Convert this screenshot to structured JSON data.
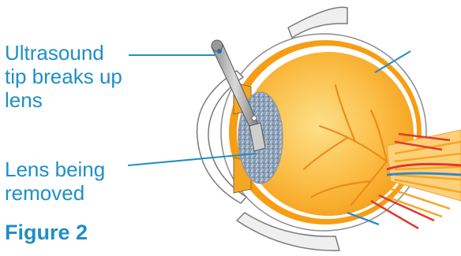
{
  "labels": {
    "ultrasound": "Ultrasound\ntip breaks up\nlens",
    "lens_removed": "Lens being\nremoved",
    "figure": "Figure 2"
  },
  "colors": {
    "label_blue": "#1f8fc5",
    "sclera_orange": "#f7a11a",
    "eyeball_yellow": "#fbb73a",
    "vessel_red": "#e03a2a",
    "vessel_blue": "#3b86c6"
  }
}
